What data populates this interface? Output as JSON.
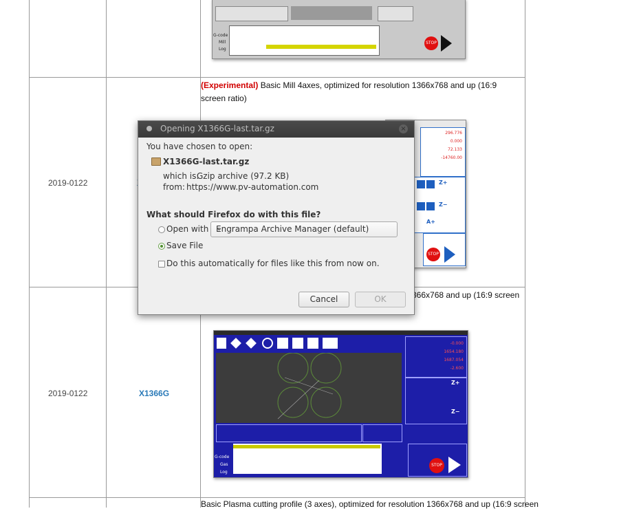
{
  "rows": [
    {
      "date": "",
      "name": ""
    },
    {
      "date": "2019-0122",
      "name": "X",
      "desc_prefix": "(Experimental)",
      "desc_text": " Basic Mill 4axes, optimized for resolution 1366x768 and up (16:9 screen ratio)"
    },
    {
      "date": "2019-0122",
      "name": "X1366G",
      "desc_text": "366x768 and up (16:9 screen"
    },
    {
      "desc_text": "Basic Plasma cutting profile (3 axes), optimized for resolution 1366x768 and up (16:9 screen"
    }
  ],
  "screenshot_labels": {
    "gcode": "G-code",
    "mill": "Mill",
    "log": "Log",
    "gas": "Gas",
    "stop": "STOP",
    "a_plus": "A+",
    "z_plus": "Z+",
    "z_minus": "Z−"
  },
  "dialog": {
    "title": "Opening X1366G-last.tar.gz",
    "chosen_label": "You have chosen to open:",
    "filename": "X1366G-last.tar.gz",
    "which_is_label": "which is:",
    "which_is_value": "Gzip archive (97.2 KB)",
    "from_label": "from:",
    "from_value": "https://www.pv-automation.com",
    "question": "What should Firefox do with this file?",
    "open_with_label": "Open with",
    "open_with_app": "Engrampa Archive Manager (default)",
    "save_file_label": "Save File",
    "auto_label": "Do this automatically for files like this from now on.",
    "cancel_label": "Cancel",
    "ok_label": "OK"
  },
  "colors": {
    "accent_link": "#2a7ab8",
    "experimental": "#d10000",
    "dialog_title_bg": "#3d3d3d"
  }
}
